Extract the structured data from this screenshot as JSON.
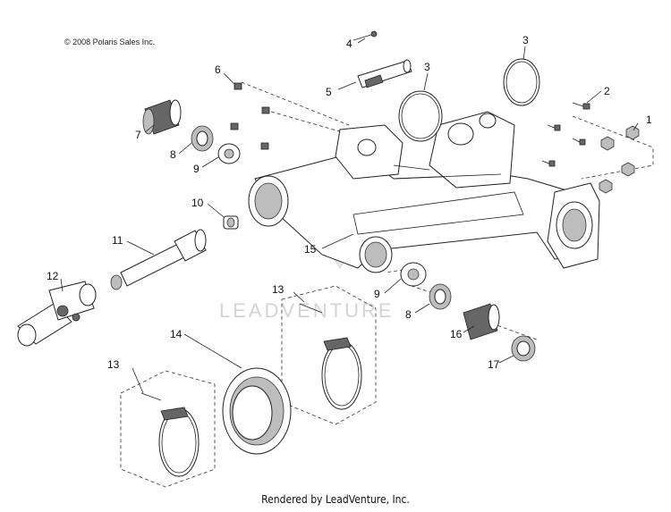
{
  "header": {
    "copyright": "© 2008 Polaris Sales Inc."
  },
  "footer": {
    "rendered_by": "Rendered by LeadVenture, Inc."
  },
  "watermark": "LEADVENTURE",
  "callouts": {
    "c1": "1",
    "c2": "2",
    "c3a": "3",
    "c3b": "3",
    "c4": "4",
    "c5": "5",
    "c6": "6",
    "c7": "7",
    "c8a": "8",
    "c8b": "8",
    "c9a": "9",
    "c9b": "9",
    "c10": "10",
    "c11": "11",
    "c12": "12",
    "c13a": "13",
    "c13b": "13",
    "c14": "14",
    "c15": "15",
    "c16": "16",
    "c17": "17"
  }
}
